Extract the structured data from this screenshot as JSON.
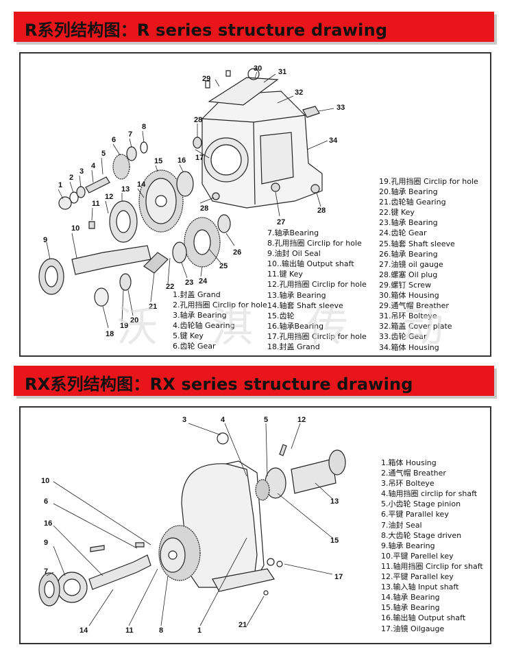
{
  "r_section": {
    "title": "R系列结构图：R series structure drawing",
    "legend_col1": [
      "1.封盖 Grand",
      "2.孔用挡圈 Circlip for hole",
      "3.轴承 Bearing",
      "4.齿轮轴 Gearing",
      "5.键 Key",
      "6.齿轮 Gear"
    ],
    "legend_col2": [
      "7.轴承Bearing",
      "8.孔用挡圈 Circlip for hole",
      "9.油封 Oil Seal",
      "10..输出轴 Output shaft",
      "11.键 Key",
      "12.孔用挡圈 Circlip for hole",
      "13.轴承 Bearing",
      "14.轴套 Shaft sleeve",
      "15.齿轮",
      "16.轴承Bearing",
      "17.孔用挡圈 Circlip for hole",
      "18.封盖 Grand"
    ],
    "legend_col3": [
      "19.孔用挡圈 Circlip for hole",
      "20.轴承 Bearing",
      "21.齿轮轴 Gearing",
      "22.键 Key",
      "23.轴承 Bearing",
      "24.齿轮 Gear",
      "25.轴套 Shaft sleeve",
      "26.轴承 Bearing",
      "27.油镜 oil gauge",
      "28.螺塞 Oil plug",
      "29.螺钉 Screw",
      "30.箱体 Housing",
      "29.通气帽 Breather",
      "31.吊环 Bolteye",
      "32.箱盖 Cover plate",
      "33.齿轮 Gear",
      "34.箱体 Housing"
    ],
    "callouts": [
      "1",
      "2",
      "3",
      "4",
      "5",
      "6",
      "7",
      "8",
      "9",
      "10",
      "11",
      "12",
      "13",
      "14",
      "15",
      "16",
      "17",
      "18",
      "19",
      "20",
      "21",
      "22",
      "23",
      "24",
      "25",
      "26",
      "27",
      "28",
      "28",
      "28",
      "29",
      "30",
      "31",
      "32",
      "33",
      "34"
    ]
  },
  "rx_section": {
    "title": "RX系列结构图：RX series structure drawing",
    "legend": [
      "1.箱体 Housing",
      "2.通气帽 Breather",
      "3.吊环 Bolteye",
      "4.轴用挡圈 circlip for shaft",
      "5.小齿轮 Stage pinion",
      "6.平键 Parallel key",
      "7.油封 Seal",
      "8.大齿轮 Stage driven",
      "9.轴承 Bearing",
      "10.平键 Parellel key",
      "11.轴用挡圈 Circlip for shaft",
      "12.平键 Parallel key",
      "13.输入轴 Input shaft",
      "14.轴承 Bearing",
      "15.轴承 Bearing",
      "16.输出轴 Output shaft",
      "17.油镜 Oilgauge"
    ],
    "callouts": [
      "1",
      "3",
      "4",
      "5",
      "6",
      "7",
      "8",
      "9",
      "10",
      "11",
      "12",
      "13",
      "14",
      "15",
      "16",
      "17",
      "21"
    ]
  },
  "watermark": "沃 淇 传 动"
}
